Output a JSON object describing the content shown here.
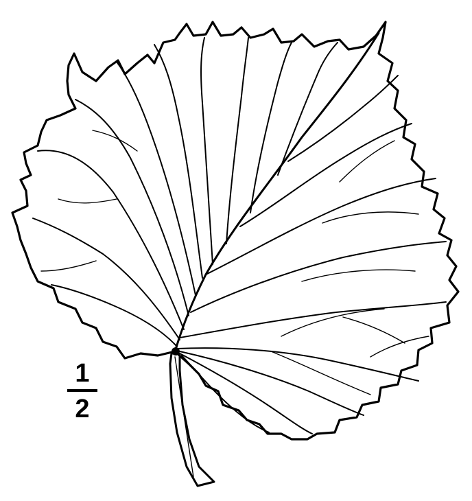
{
  "figure": {
    "subject": "leaf-illustration",
    "ink_color": "#000000",
    "background_color": "#ffffff"
  },
  "scale_label": {
    "numerator": "1",
    "denominator": "2"
  }
}
